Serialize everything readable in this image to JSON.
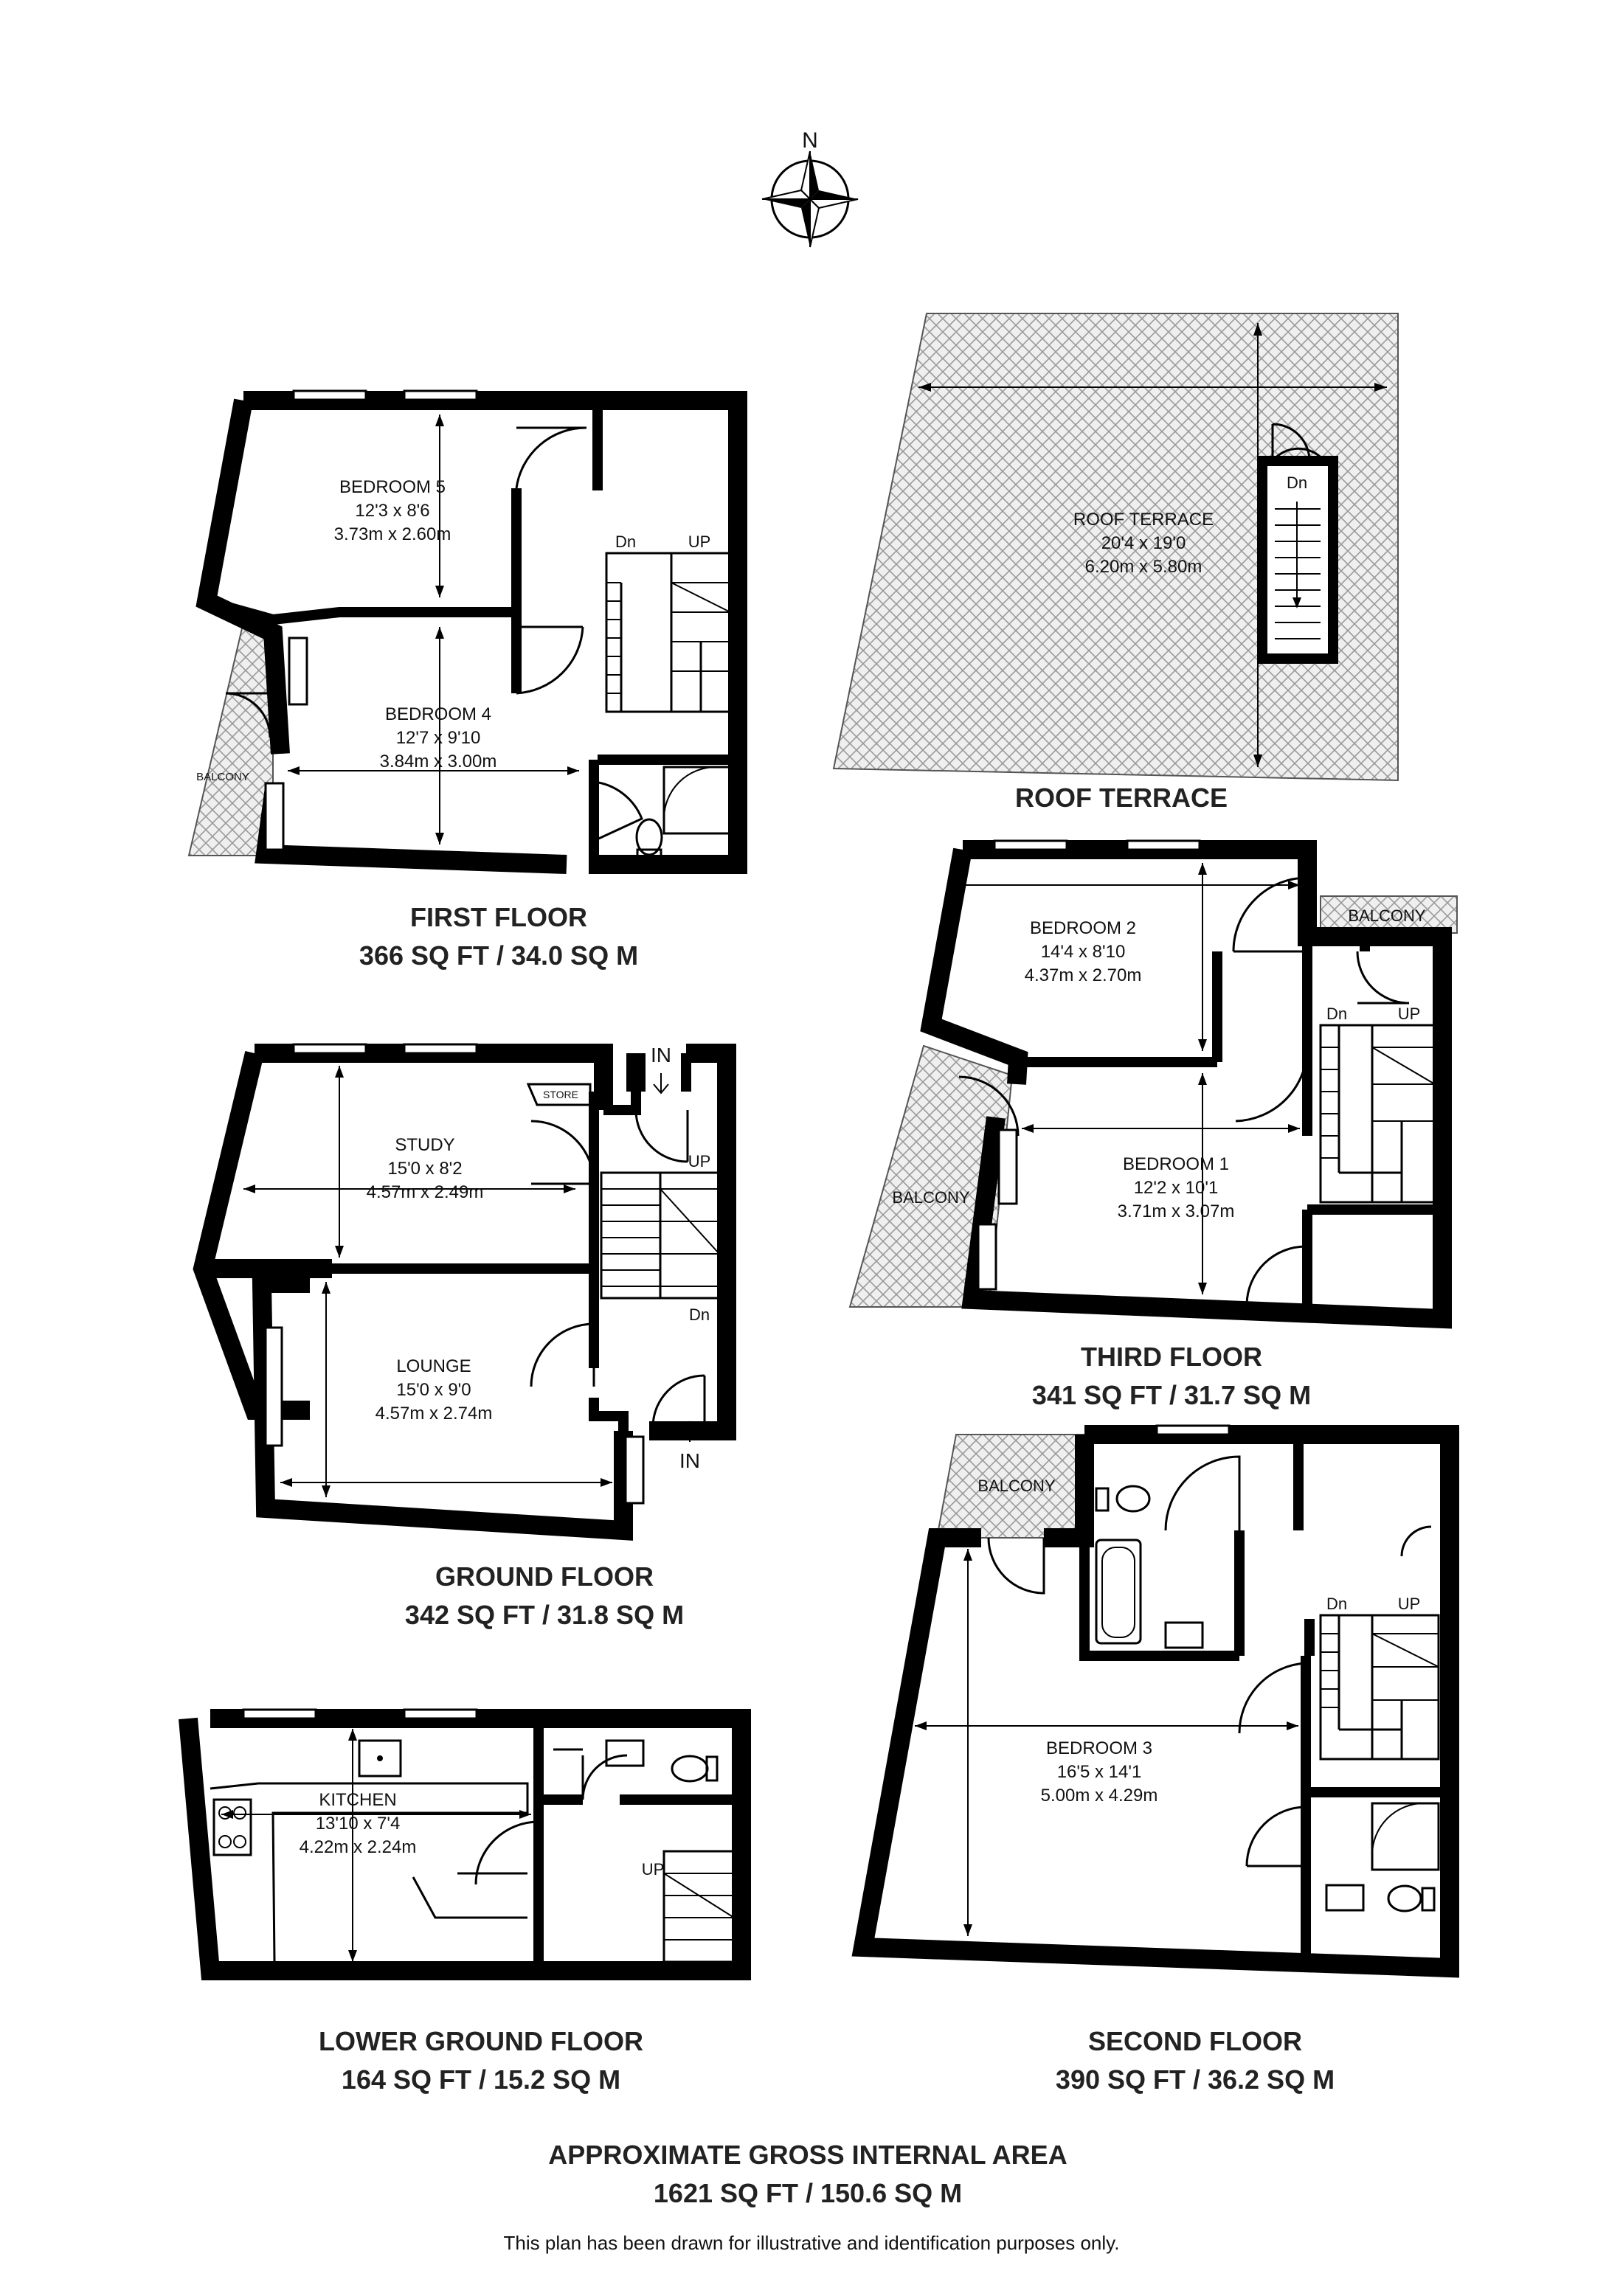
{
  "compass": {
    "north": "N"
  },
  "floors": {
    "roof": {
      "name": "ROOF TERRACE"
    },
    "first": {
      "name": "FIRST FLOOR",
      "area": "366 SQ FT / 34.0 SQ M"
    },
    "ground": {
      "name": "GROUND FLOOR",
      "area": "342 SQ FT / 31.8 SQ M"
    },
    "lower": {
      "name": "LOWER GROUND FLOOR",
      "area": "164 SQ FT / 15.2 SQ M"
    },
    "third": {
      "name": "THIRD FLOOR",
      "area": "341 SQ FT / 31.7 SQ M"
    },
    "second": {
      "name": "SECOND FLOOR",
      "area": "390 SQ FT / 36.2 SQ M"
    }
  },
  "rooms": {
    "roof_terrace": {
      "name": "ROOF TERRACE",
      "imperial": "20'4 x 19'0",
      "metric": "6.20m x 5.80m"
    },
    "bedroom5": {
      "name": "BEDROOM 5",
      "imperial": "12'3 x 8'6",
      "metric": "3.73m x 2.60m"
    },
    "bedroom4": {
      "name": "BEDROOM 4",
      "imperial": "12'7 x 9'10",
      "metric": "3.84m x 3.00m"
    },
    "study": {
      "name": "STUDY",
      "imperial": "15'0 x 8'2",
      "metric": "4.57m x 2.49m"
    },
    "lounge": {
      "name": "LOUNGE",
      "imperial": "15'0 x 9'0",
      "metric": "4.57m x 2.74m"
    },
    "kitchen": {
      "name": "KITCHEN",
      "imperial": "13'10 x 7'4",
      "metric": "4.22m x 2.24m"
    },
    "bedroom2": {
      "name": "BEDROOM 2",
      "imperial": "14'4 x 8'10",
      "metric": "4.37m x 2.70m"
    },
    "bedroom1": {
      "name": "BEDROOM 1",
      "imperial": "12'2 x 10'1",
      "metric": "3.71m x 3.07m"
    },
    "bedroom3": {
      "name": "BEDROOM 3",
      "imperial": "16'5 x 14'1",
      "metric": "5.00m x 4.29m"
    }
  },
  "labels": {
    "balcony": "BALCONY",
    "store": "STORE",
    "in": "IN",
    "up": "UP",
    "dn": "Dn"
  },
  "totals": {
    "heading": "APPROXIMATE GROSS INTERNAL AREA",
    "area": "1621 SQ FT / 150.6 SQ M"
  },
  "disclaimer": "This plan has been drawn for illustrative and identification purposes only."
}
